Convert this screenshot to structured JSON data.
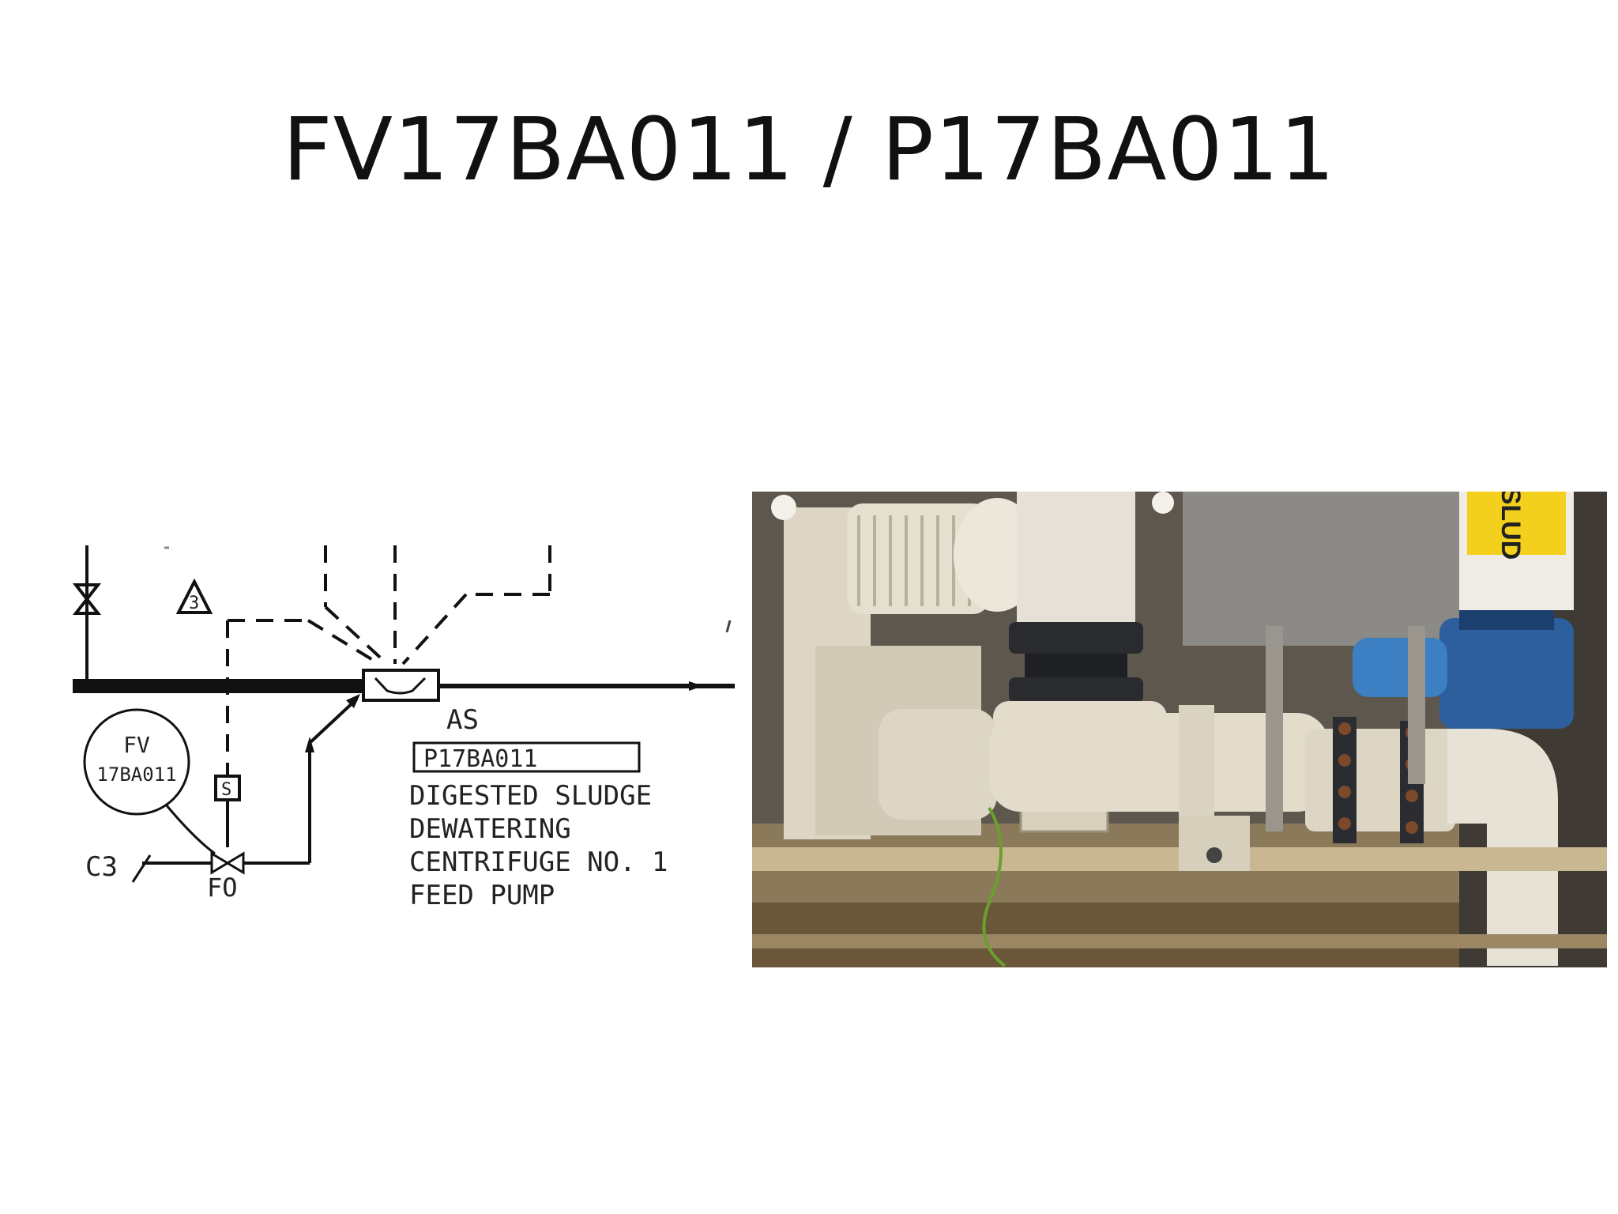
{
  "slide": {
    "title": "FV17BA011 / P17BA011"
  },
  "pid": {
    "valve_bubble": {
      "line1": "FV",
      "line2": "17BA011"
    },
    "solenoid_letter": "S",
    "signal_label": "C3",
    "fail_position": "FO",
    "hand_switch": "AS",
    "triangle_note": "3",
    "pump_tag": "P17BA011",
    "description_lines": [
      "DIGESTED SLUDGE",
      "DEWATERING",
      "CENTRIFUGE NO. 1",
      "FEED PUMP"
    ]
  },
  "photo": {
    "sign_text": "DIGESTED SLUDGE",
    "colors": {
      "pump_body": "#e3dccb",
      "wall": "#6b645a",
      "blue_valve": "#2d5f9e",
      "sign_yellow": "#f3d01e",
      "rust": "#7a4a2a"
    }
  }
}
